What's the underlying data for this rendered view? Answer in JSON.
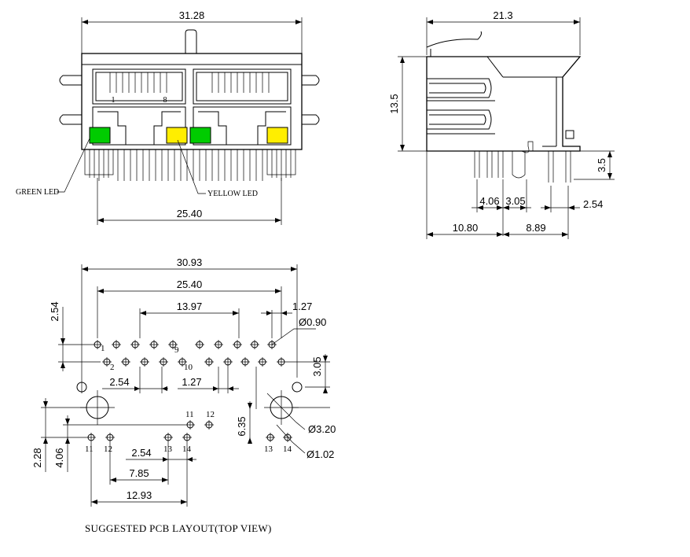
{
  "front_view": {
    "width_dim": "31.28",
    "pitch_dim": "25.40",
    "pin_first": "1",
    "pin_last": "8",
    "green_led_label": "GREEN LED",
    "yellow_led_label": "YELLOW LED"
  },
  "side_view": {
    "width_dim": "21.3",
    "height_dim": "13.5",
    "pin_length_dim": "3.5",
    "dim_a": "4.06",
    "dim_b": "3.05",
    "dim_c": "2.54",
    "dim_left": "10.80",
    "dim_right": "8.89"
  },
  "pcb_layout": {
    "overall_width": "30.93",
    "row_span": "25.40",
    "mid_span": "13.97",
    "offset_127": "1.27",
    "hole_dia": "Ø0.90",
    "row_pitch": "2.54",
    "row_offset_vertical": "2.54",
    "half_pitch": "1.27",
    "boss_height": "3.05",
    "boss_dia": "Ø3.20",
    "peg_height": "6.35",
    "led_pin_dia": "Ø1.02",
    "led_offset_a": "2.28",
    "led_offset_b": "4.06",
    "led_pitch": "2.54",
    "led_span_a": "7.85",
    "led_span_b": "12.93",
    "pins": {
      "p1": "1",
      "p2": "2",
      "p9": "9",
      "p10": "10",
      "p11": "11",
      "p12": "12",
      "p13": "13",
      "p14": "14"
    },
    "caption": "SUGGESTED PCB LAYOUT(TOP VIEW)"
  },
  "colors": {
    "green_led": "#00cc00",
    "yellow_led": "#ffee00"
  }
}
